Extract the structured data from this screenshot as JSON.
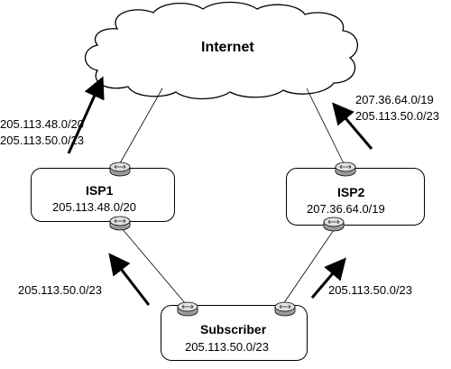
{
  "cloud": {
    "label": "Internet"
  },
  "isp1": {
    "name": "ISP1",
    "prefix": "205.113.48.0/20"
  },
  "isp2": {
    "name": "ISP2",
    "prefix": "207.36.64.0/19"
  },
  "subscriber": {
    "name": "Subscriber",
    "prefix": "205.113.50.0/23"
  },
  "advertisements": {
    "isp1_to_internet": [
      "205.113.48.0/20",
      "205.113.50.0/23"
    ],
    "isp2_to_internet": [
      "207.36.64.0/19",
      "205.113.50.0/23"
    ],
    "subscriber_to_isp1": "205.113.50.0/23",
    "subscriber_to_isp2": "205.113.50.0/23"
  },
  "colors": {
    "line": "#000000",
    "router_body": "#c8c8c8",
    "router_top": "#e6e6e6"
  }
}
